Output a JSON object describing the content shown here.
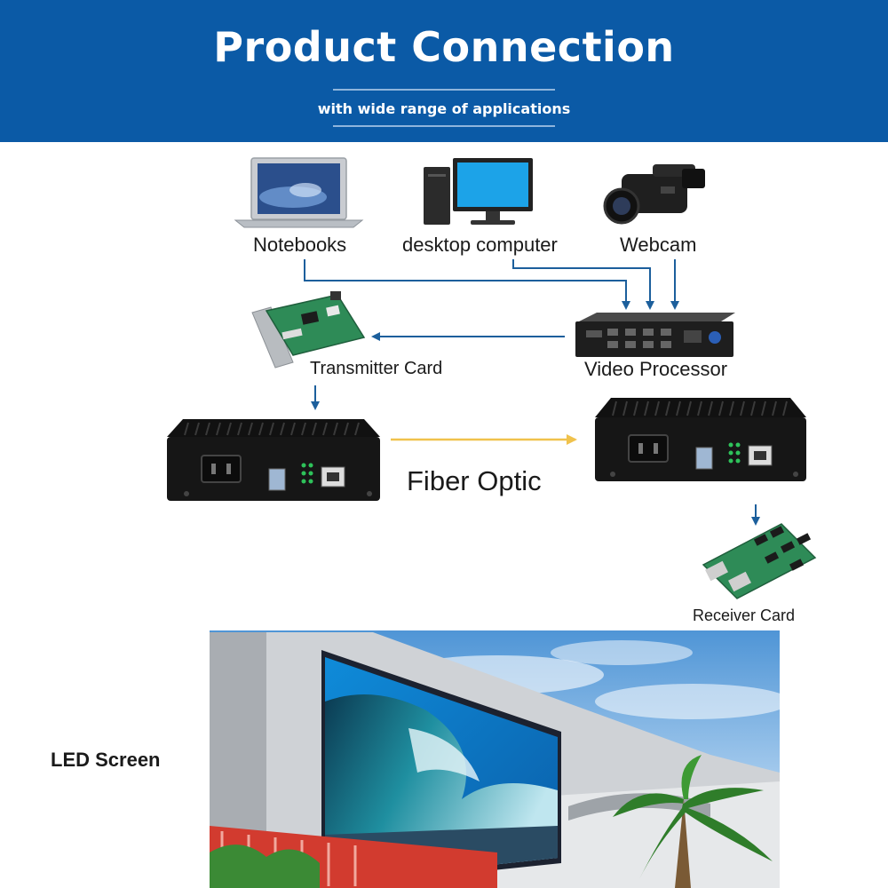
{
  "header": {
    "title": "Product Connection",
    "subtitle": "with wide range of applications"
  },
  "diagram": {
    "devices": {
      "notebooks": "Notebooks",
      "desktop": "desktop computer",
      "webcam": "Webcam",
      "transmitter": "Transmitter Card",
      "processor": "Video Processor",
      "receiver": "Receiver Card",
      "led": "LED Screen"
    },
    "link_label": "Fiber Optic",
    "colors": {
      "header_bg": "#0b5aa6",
      "arrow": "#1c5f9c",
      "fiber_arrow": "#f0c24c"
    }
  }
}
